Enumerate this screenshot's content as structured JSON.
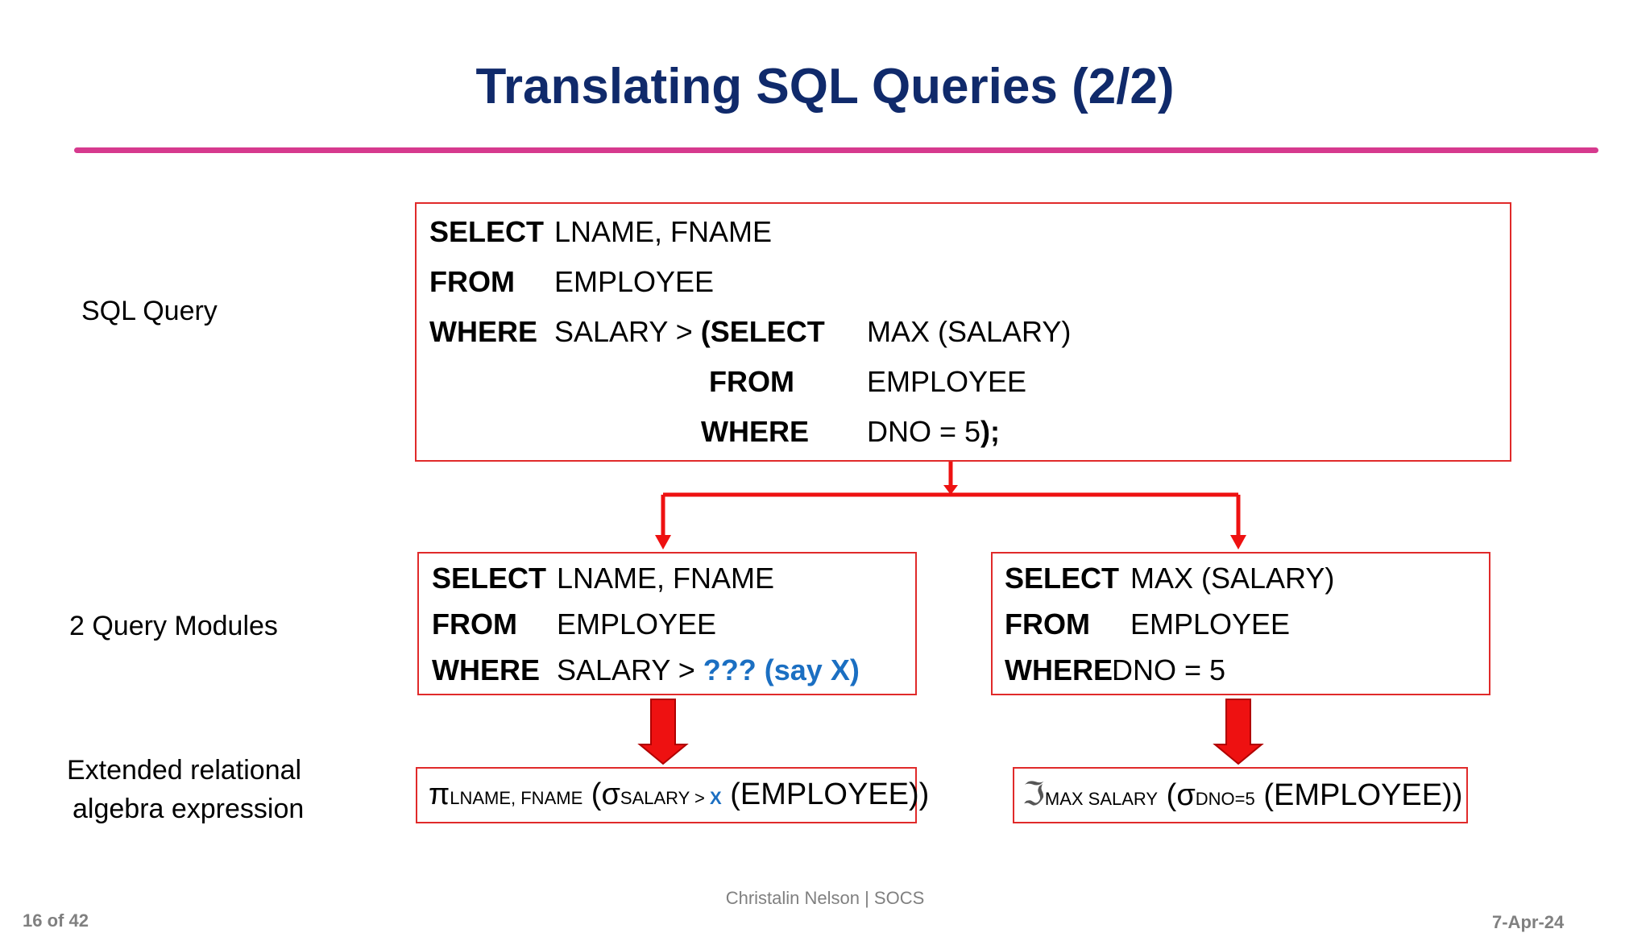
{
  "title": "Translating SQL Queries (2/2)",
  "labels": {
    "sql_query": "SQL Query",
    "query_modules": "2 Query Modules",
    "algebra_line1": "Extended relational",
    "algebra_line2": "algebra expression"
  },
  "main_query": {
    "select_kw": "SELECT",
    "select_val": "LNAME, FNAME",
    "from_kw": "FROM",
    "from_val": "EMPLOYEE",
    "where_kw": "WHERE",
    "where_val": "SALARY > ",
    "paren_select_kw": "(SELECT",
    "sub_select_val": "MAX (SALARY)",
    "sub_from_kw": "FROM",
    "sub_from_val": "EMPLOYEE",
    "sub_where_kw": "WHERE",
    "sub_where_val": "DNO = 5",
    "close_kw": ");"
  },
  "module_left": {
    "select_kw": "SELECT",
    "select_val": "LNAME, FNAME",
    "from_kw": "FROM",
    "from_val": "EMPLOYEE",
    "where_kw": "WHERE",
    "where_val": "SALARY > ",
    "placeholder": "??? (say X)"
  },
  "module_right": {
    "select_kw": "SELECT",
    "select_val": "MAX (SALARY)",
    "from_kw": "FROM",
    "from_val": "EMPLOYEE",
    "where_kw": "WHERE",
    "where_val": "DNO = 5"
  },
  "expr_left": {
    "pi": "π",
    "pi_sub": "LNAME, FNAME",
    "open": " (σ",
    "sigma_sub": "SALARY > ",
    "sigma_sub_x": "X",
    "rest": " (EMPLOYEE))"
  },
  "expr_right": {
    "agg": "ℑ",
    "agg_sub": "MAX SALARY",
    "open": " (σ",
    "sigma_sub": "DNO=5",
    "rest": " (EMPLOYEE))"
  },
  "footer": {
    "page": "16 of 42",
    "author": "Christalin Nelson | SOCS",
    "date": "7-Apr-24"
  },
  "colors": {
    "title": "#102a6b",
    "rule": "#d63a8e",
    "box_border": "#e02a2a",
    "arrow": "#ee1111",
    "highlight": "#1b6fc2"
  }
}
